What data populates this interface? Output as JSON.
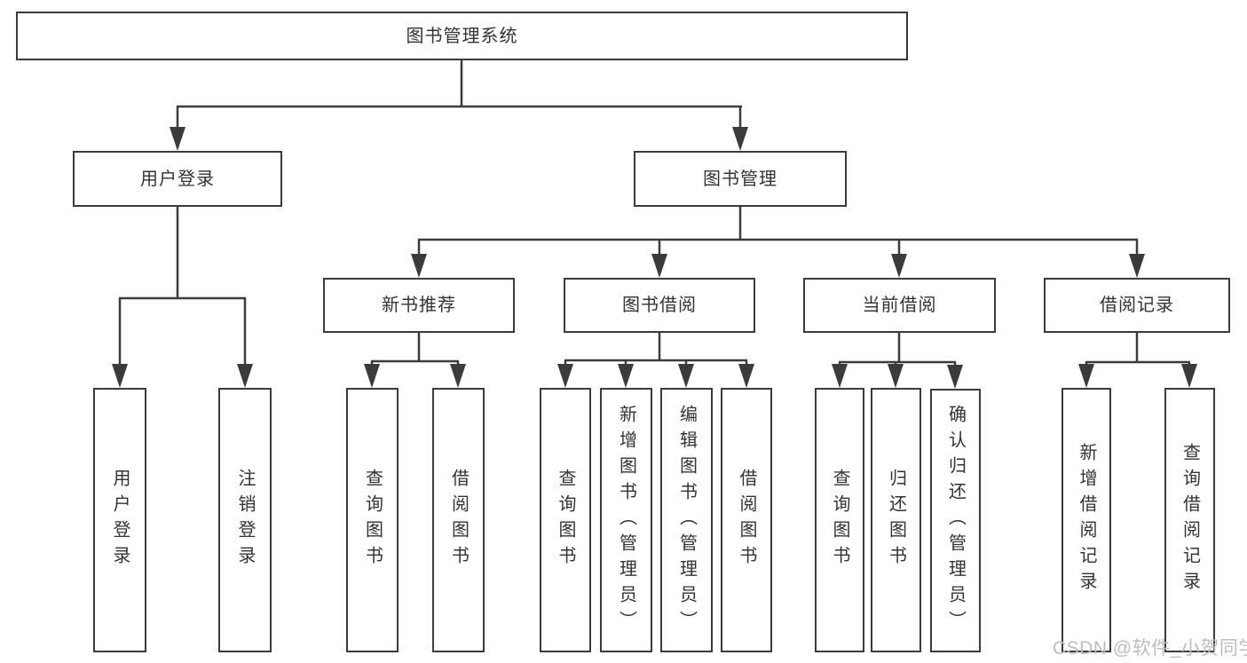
{
  "diagram": {
    "root": {
      "label": "图书管理系统",
      "children": [
        {
          "label": "用户登录",
          "children": [
            {
              "label": "用户登录"
            },
            {
              "label": "注销登录"
            }
          ]
        },
        {
          "label": "图书管理",
          "children": [
            {
              "label": "新书推荐",
              "children": [
                {
                  "label": "查询图书"
                },
                {
                  "label": "借阅图书"
                }
              ]
            },
            {
              "label": "图书借阅",
              "children": [
                {
                  "label": "查询图书"
                },
                {
                  "label": "新增图书（管理员）"
                },
                {
                  "label": "编辑图书（管理员）"
                },
                {
                  "label": "借阅图书"
                }
              ]
            },
            {
              "label": "当前借阅",
              "children": [
                {
                  "label": "查询图书"
                },
                {
                  "label": "归还图书"
                },
                {
                  "label": "确认归还（管理员）"
                }
              ]
            },
            {
              "label": "借阅记录",
              "children": [
                {
                  "label": "新增借阅记录"
                },
                {
                  "label": "查询借阅记录"
                }
              ]
            }
          ]
        }
      ]
    },
    "watermark": "CSDN @软件_小贺同学",
    "colors": {
      "line": "#3b3b3b",
      "box_border": "#3b3b3b",
      "text": "#333333",
      "watermark": "#bdbdbd",
      "background": "#ffffff"
    }
  }
}
